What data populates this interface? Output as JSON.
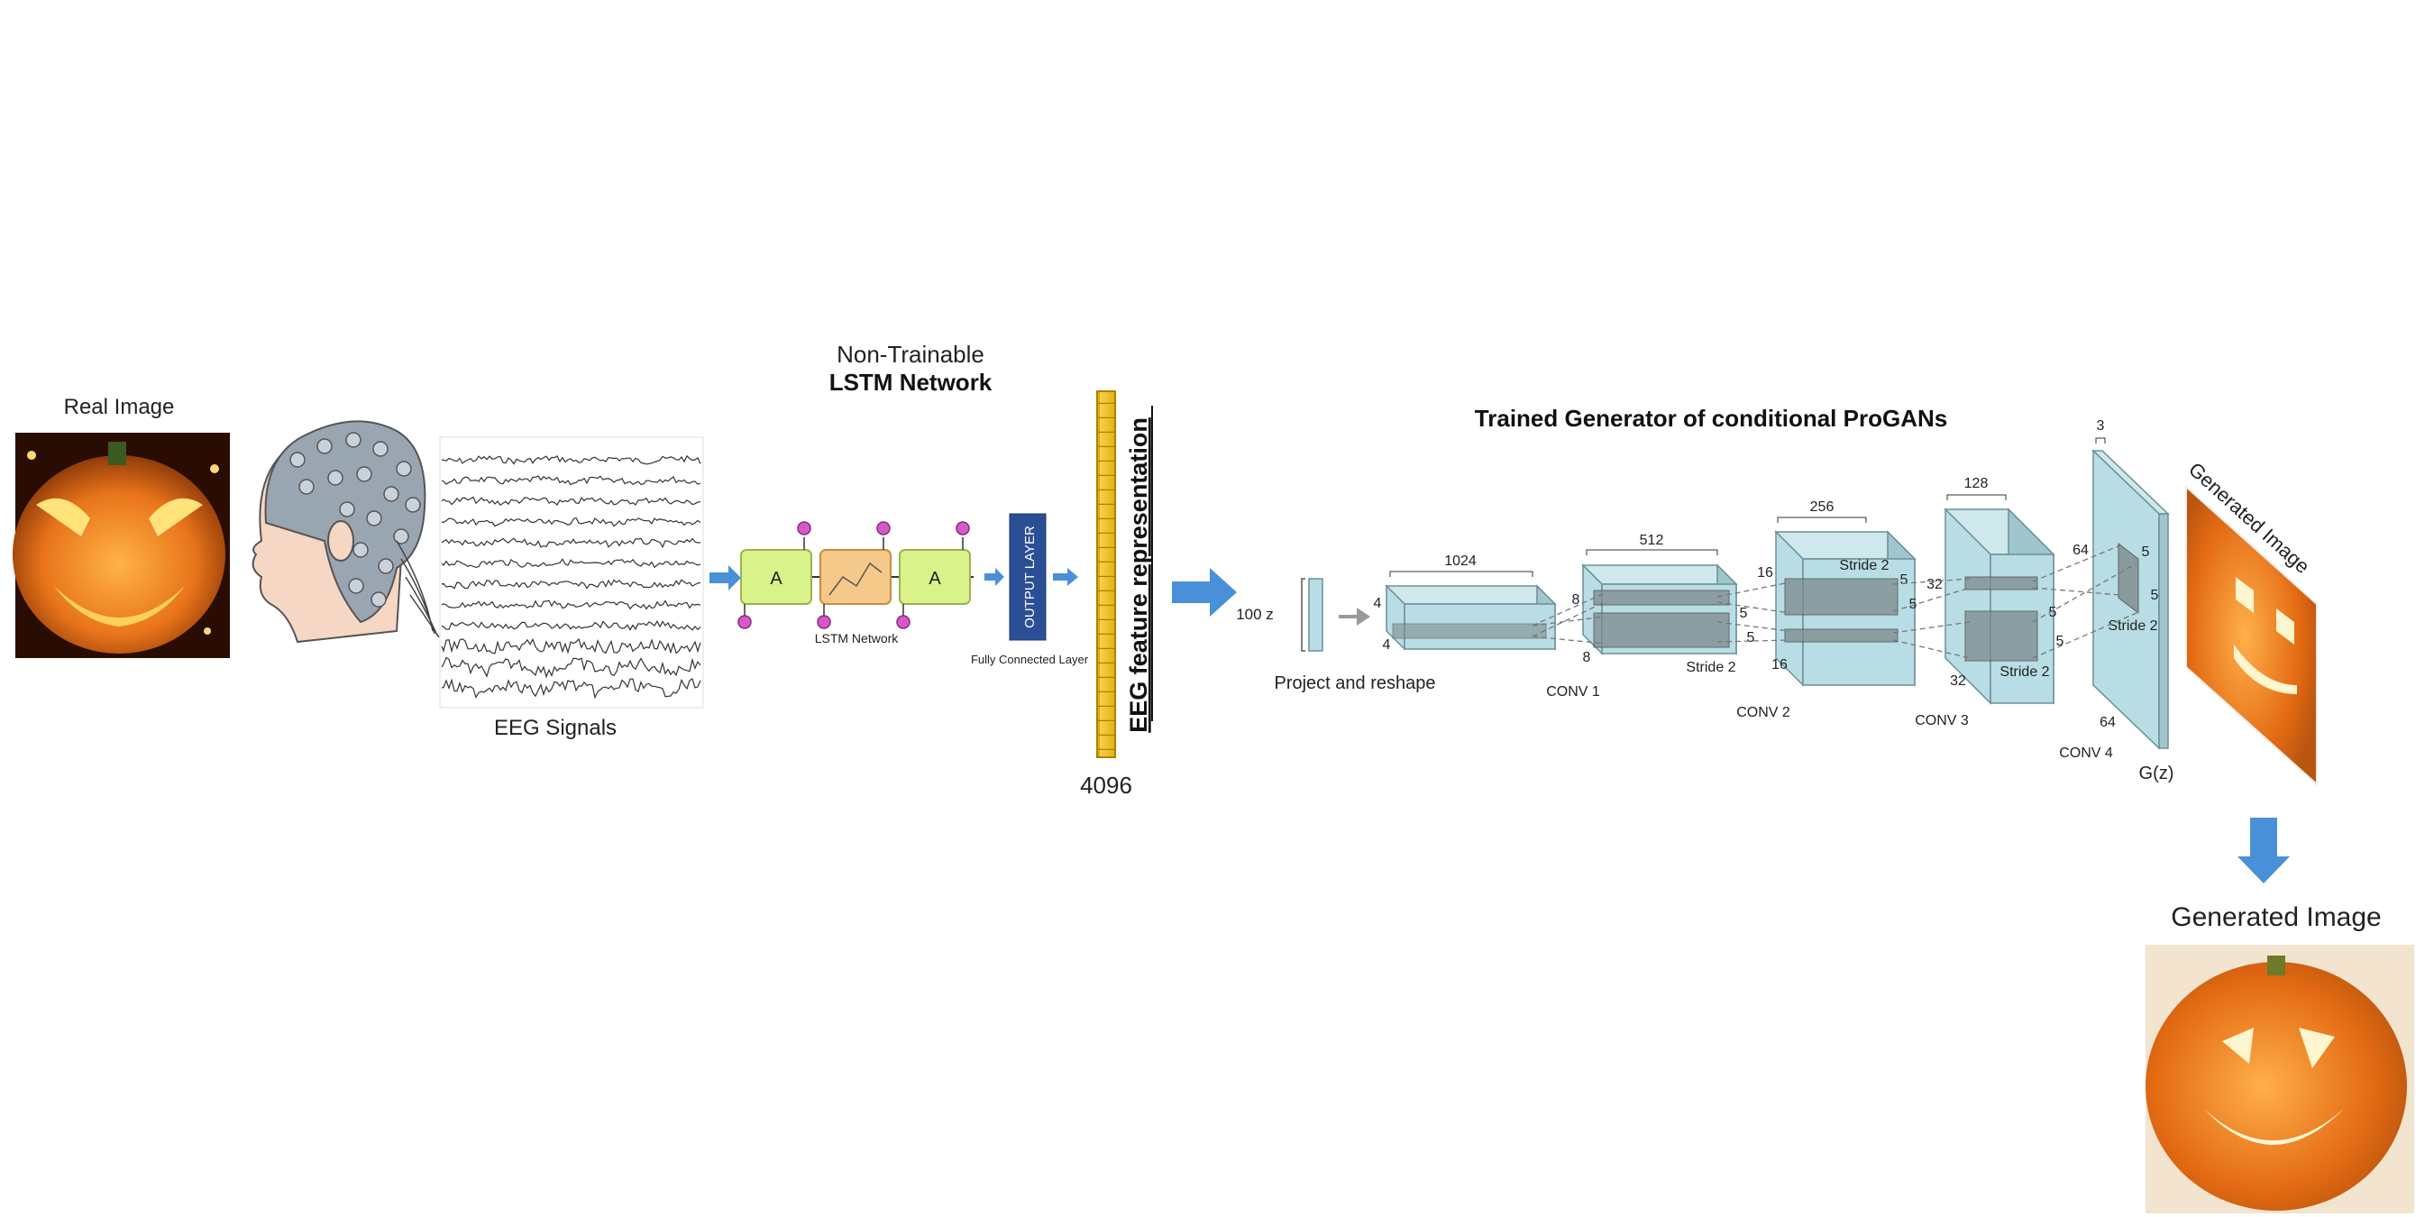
{
  "real_image": {
    "label": "Real Image"
  },
  "eeg": {
    "label": "EEG Signals"
  },
  "lstm": {
    "title_top": "Non-Trainable",
    "title_bottom": "LSTM Network",
    "cell_label": "A",
    "network_caption": "LSTM Network",
    "output_layer": "OUTPUT LAYER",
    "fc_caption": "Fully Connected Layer"
  },
  "feature": {
    "label": "EEG feature representation",
    "size": "4096"
  },
  "generator": {
    "title": "Trained Generator of conditional ProGANs",
    "z_label": "100 z",
    "project_label": "Project and reshape",
    "conv1": {
      "width": "1024",
      "h1": "4",
      "h2": "4",
      "label": "CONV 1"
    },
    "conv2": {
      "width": "512",
      "h1": "8",
      "h2": "8",
      "k1": "5",
      "k2": "5",
      "stride": "Stride 2",
      "label": "CONV 2"
    },
    "conv3": {
      "width": "256",
      "h1": "16",
      "h2": "16",
      "k1": "5",
      "k2": "5",
      "stride": "Stride 2",
      "label": "CONV 3"
    },
    "conv4": {
      "width": "128",
      "h1": "32",
      "h2": "32",
      "k1": "5",
      "k2": "5",
      "stride": "Stride 2",
      "label": "CONV 4"
    },
    "out": {
      "width": "3",
      "h1": "64",
      "h2": "64",
      "k1": "5",
      "k2": "5",
      "stride": "Stride 2",
      "label": "G(z)"
    }
  },
  "generated": {
    "tilted_label": "Generated Image",
    "label": "Generated Image"
  },
  "colors": {
    "arrow_blue": "#4a90d9",
    "block_fill": "#b8dde4",
    "block_stroke": "#6c8f97",
    "kernel_fill": "#7d8a8c",
    "lstm_cell": "#d9f28a",
    "lstm_mid": "#f5c98a",
    "output_layer": "#2a4f96",
    "feature_bar": "#f2c21b",
    "gate_pink": "#d45ac7",
    "pumpkin": "#e8741a"
  }
}
